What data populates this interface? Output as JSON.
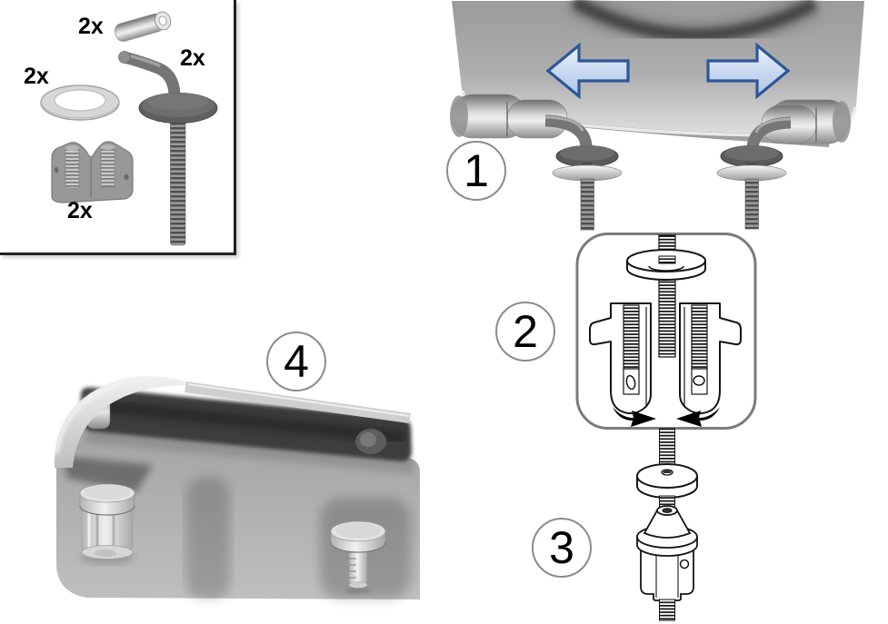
{
  "parts_box": {
    "parts": [
      {
        "qty": "2x",
        "part": "spacer-sleeve"
      },
      {
        "qty": "2x",
        "part": "seal-ring"
      },
      {
        "qty": "2x",
        "part": "l-shaped-fixing-bolt"
      },
      {
        "qty": "2x",
        "part": "expansion-anchor"
      }
    ]
  },
  "steps": [
    {
      "number": "1",
      "name": "slide-hinges-outward"
    },
    {
      "number": "2",
      "name": "insert-bolt-through-washer-into-expansion-anchor"
    },
    {
      "number": "3",
      "name": "add-washer-and-cone-nut"
    },
    {
      "number": "4",
      "name": "fixings-installed-under-bowl"
    }
  ],
  "colors": {
    "background": "#ffffff",
    "arrow_border": "#2c5798",
    "arrow_fill_light": "#edf2fb",
    "arrow_fill_dark": "#aec6e8",
    "seat_gray": "#aeaeae",
    "dark_washer": "#5a5a5a",
    "line_art": "#161616",
    "badge_border": "#8b8b8b",
    "box_border": "#7b7b7b",
    "text": "#000000"
  }
}
